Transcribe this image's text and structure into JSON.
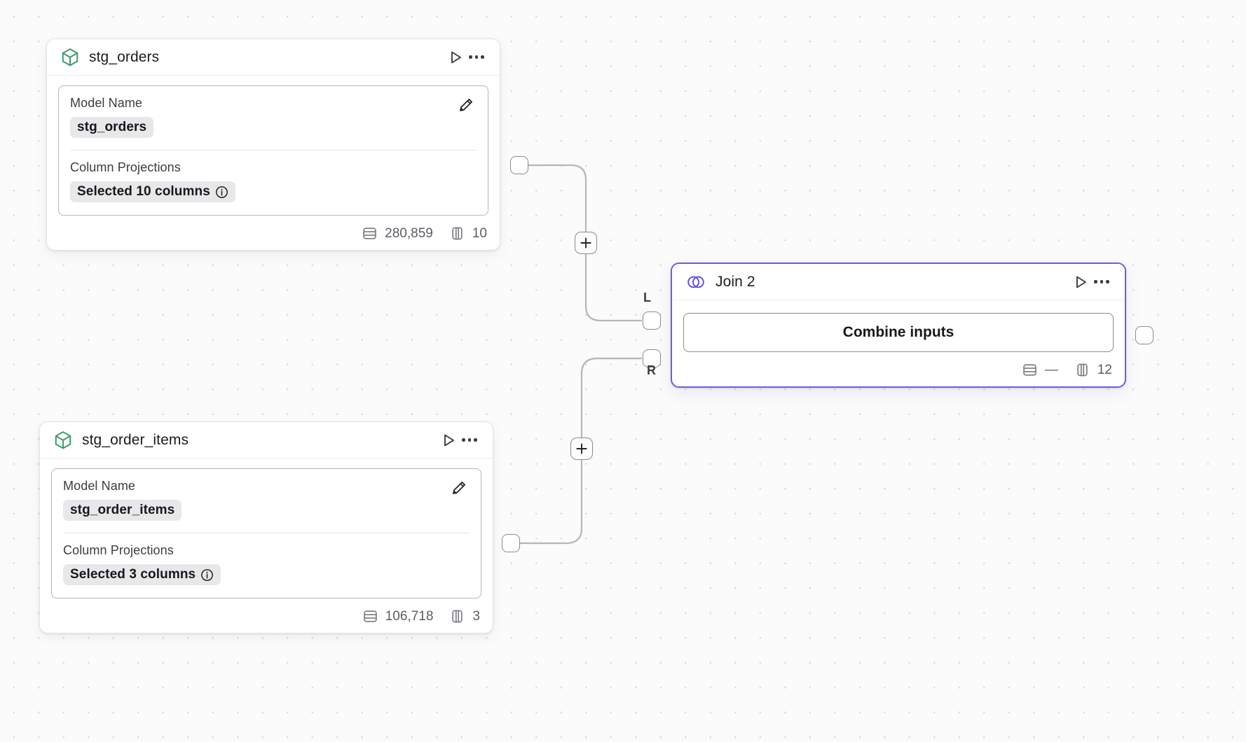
{
  "canvas": {
    "background_color": "#fbfbfb",
    "dot_color": "#d7d7da",
    "accent_color": "#6c5ce7",
    "model_icon_color": "#3f9c6d"
  },
  "nodes": [
    {
      "id": "stg_orders",
      "type": "model",
      "icon": "cube-icon",
      "title": "stg_orders",
      "fields": {
        "model_name_label": "Model Name",
        "model_name_value": "stg_orders",
        "column_projections_label": "Column Projections",
        "column_projections_value": "Selected 10 columns"
      },
      "footer": {
        "rows_icon": "rows-icon",
        "rows": "280,859",
        "columns_icon": "columns-icon",
        "columns": "10"
      },
      "actions": {
        "run_label": "Run",
        "more_label": "More options",
        "edit_label": "Edit"
      }
    },
    {
      "id": "stg_order_items",
      "type": "model",
      "icon": "cube-icon",
      "title": "stg_order_items",
      "fields": {
        "model_name_label": "Model Name",
        "model_name_value": "stg_order_items",
        "column_projections_label": "Column Projections",
        "column_projections_value": "Selected 3 columns"
      },
      "footer": {
        "rows_icon": "rows-icon",
        "rows": "106,718",
        "columns_icon": "columns-icon",
        "columns": "3"
      },
      "actions": {
        "run_label": "Run",
        "more_label": "More options",
        "edit_label": "Edit"
      }
    },
    {
      "id": "join_2",
      "type": "join",
      "icon": "venn-icon",
      "title": "Join 2",
      "selected": true,
      "body": {
        "combine_button_label": "Combine inputs"
      },
      "footer": {
        "rows_icon": "rows-icon",
        "rows": "—",
        "columns_icon": "columns-icon",
        "columns": "12"
      },
      "actions": {
        "run_label": "Run",
        "more_label": "More options"
      },
      "ports": {
        "left_input_label": "L",
        "right_input_label": "R"
      }
    }
  ],
  "edge_buttons": [
    {
      "id": "add-node-top",
      "label": "+"
    },
    {
      "id": "add-node-bottom",
      "label": "+"
    }
  ]
}
